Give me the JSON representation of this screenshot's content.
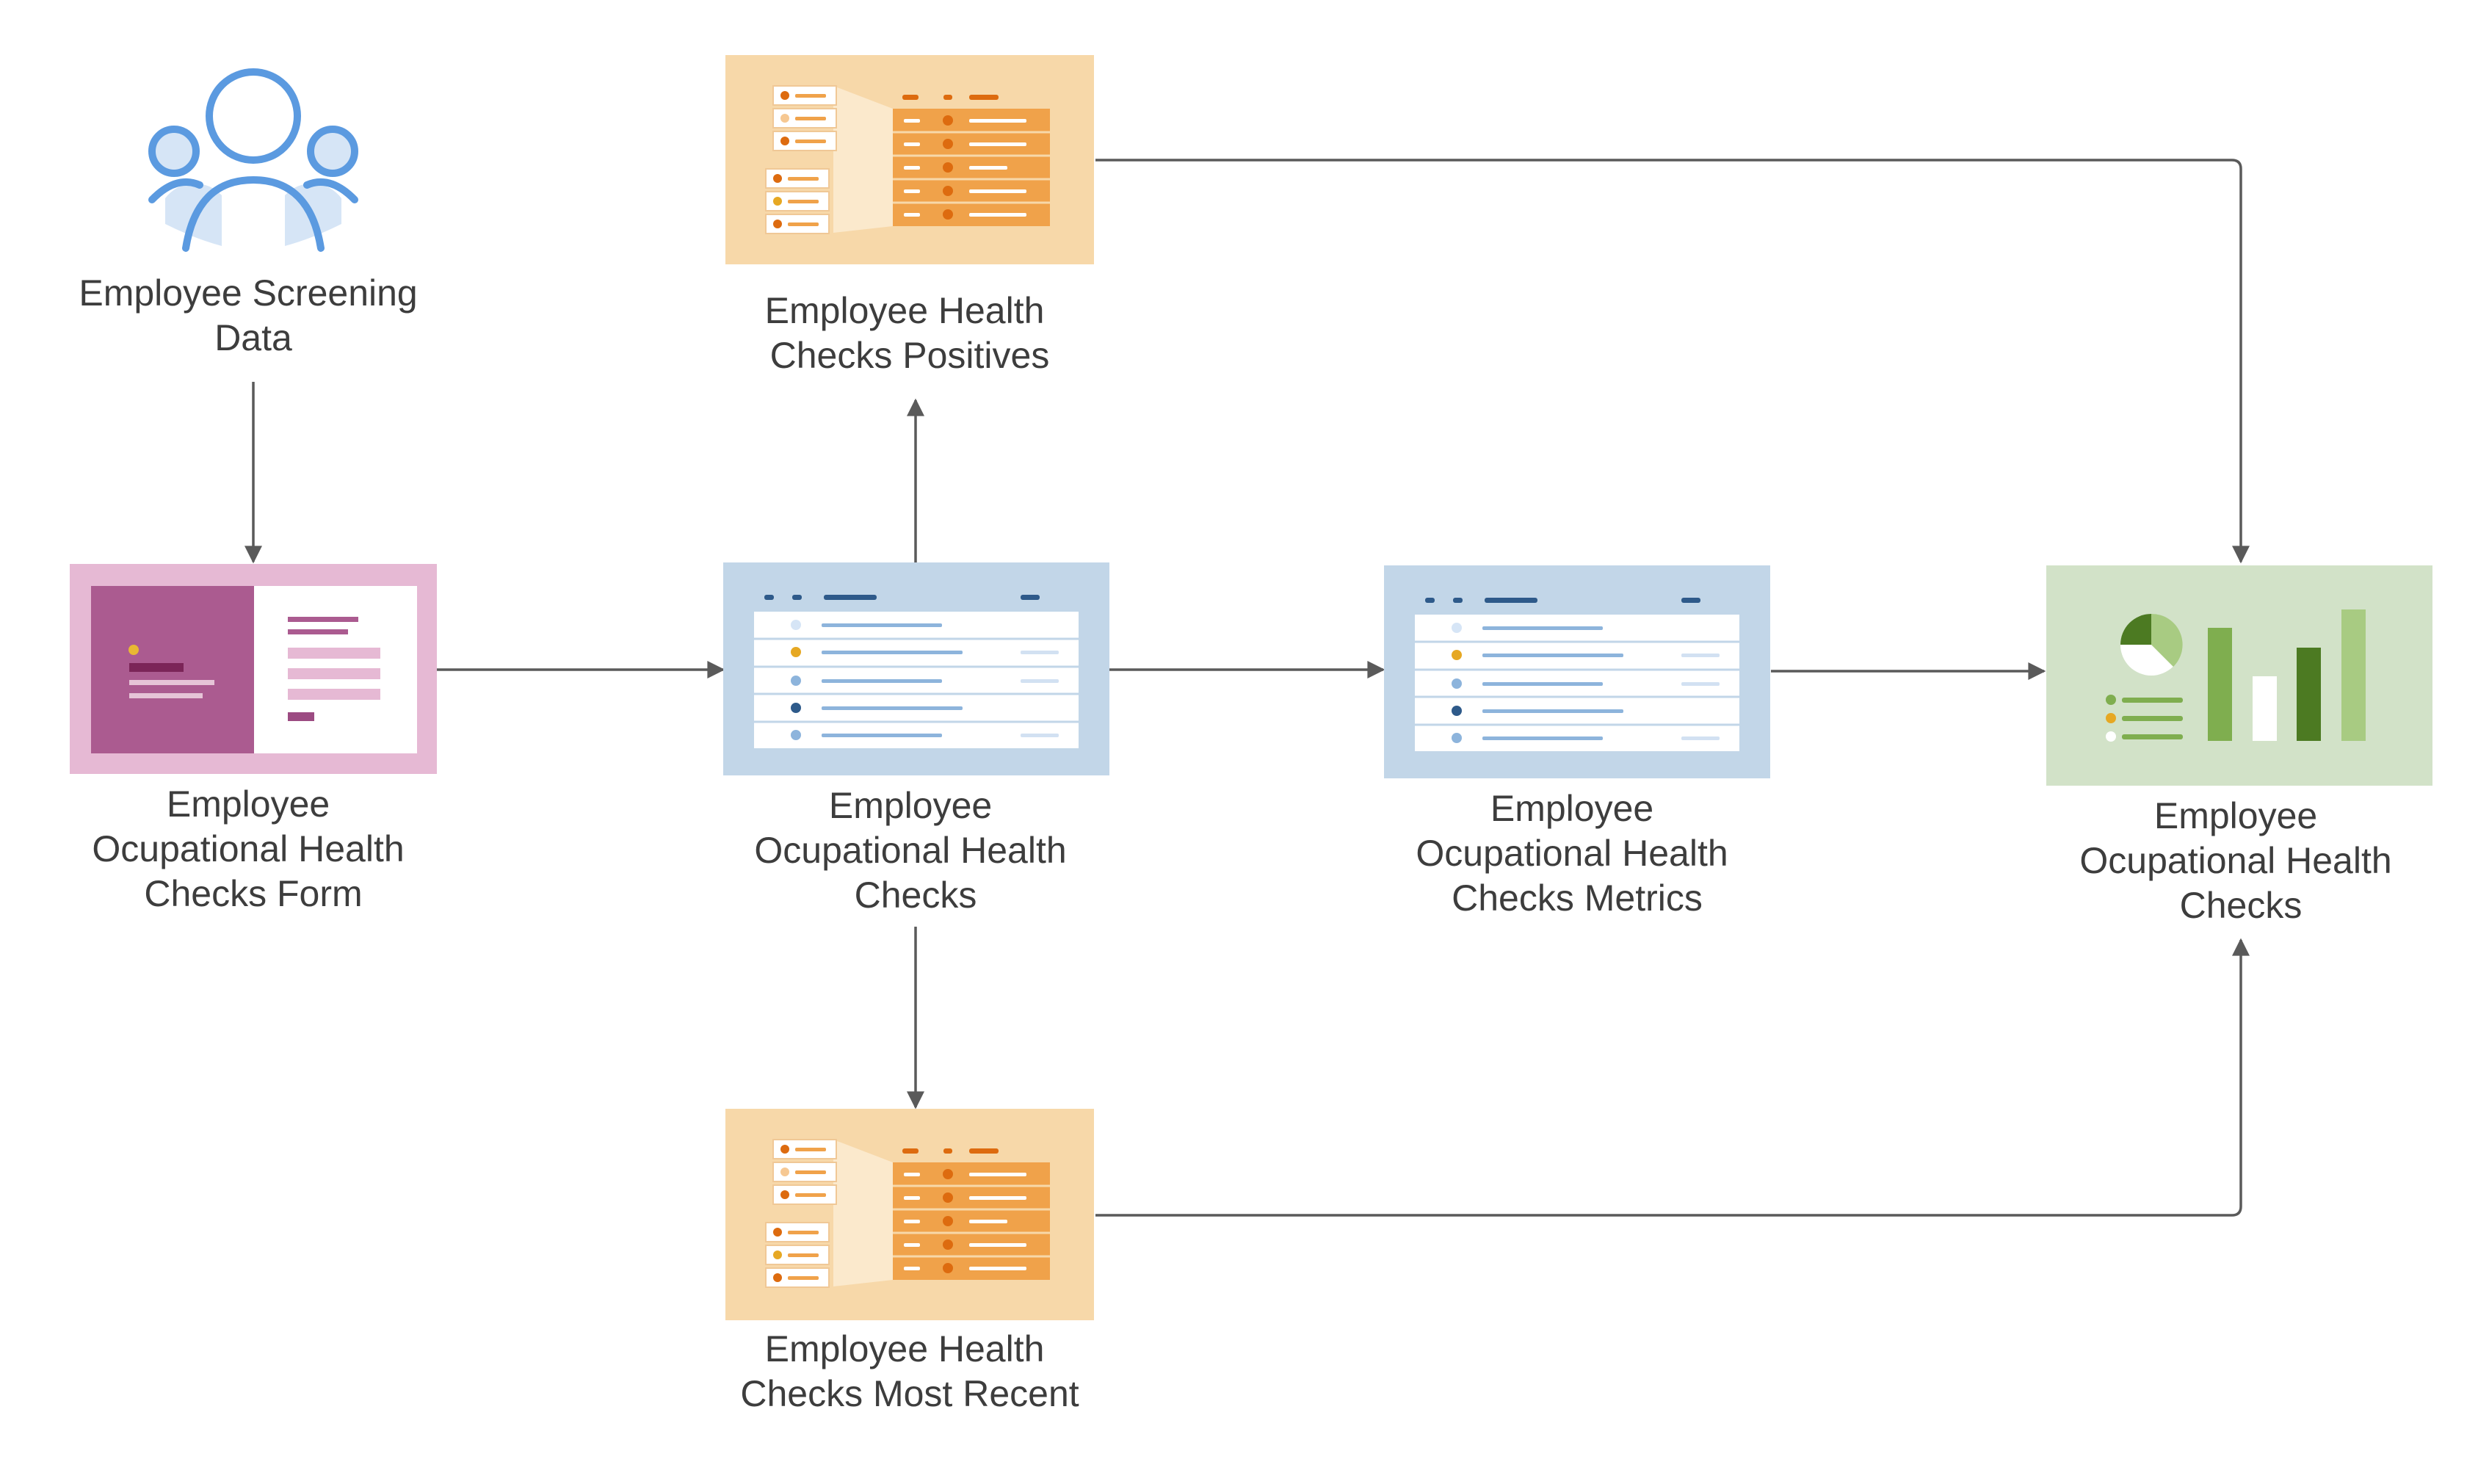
{
  "nodes": {
    "screening": {
      "label": [
        "Employee Screening",
        "Data"
      ],
      "icon": "people-group-icon"
    },
    "form": {
      "label": [
        "Employee",
        "Ocupational Health",
        "Checks Form"
      ],
      "icon": "form-icon"
    },
    "checks": {
      "label": [
        "Employee",
        "Ocupational Health",
        "Checks"
      ],
      "icon": "table-icon"
    },
    "metrics": {
      "label": [
        "Employee",
        "Ocupational Health",
        "Checks Metrics"
      ],
      "icon": "table-icon"
    },
    "positives": {
      "label": [
        "Employee Health",
        "Checks Positives"
      ],
      "icon": "data-transform-icon"
    },
    "recent": {
      "label": [
        "Employee Health",
        "Checks Most Recent"
      ],
      "icon": "data-transform-icon"
    },
    "dashboard": {
      "label": [
        "Employee",
        "Ocupational Health",
        "Checks"
      ],
      "icon": "dashboard-chart-icon"
    }
  },
  "edges": [
    {
      "from": "screening",
      "to": "form"
    },
    {
      "from": "form",
      "to": "checks"
    },
    {
      "from": "checks",
      "to": "positives"
    },
    {
      "from": "checks",
      "to": "recent"
    },
    {
      "from": "checks",
      "to": "metrics"
    },
    {
      "from": "metrics",
      "to": "dashboard"
    },
    {
      "from": "positives",
      "to": "dashboard"
    },
    {
      "from": "recent",
      "to": "dashboard"
    }
  ],
  "colors": {
    "edge": "#5a5a5a",
    "text": "#3d3d3d",
    "people_blue": "#5b9ae0",
    "form_pink": "#e6b9d4",
    "form_purple": "#ab5b90",
    "table_blue": "#c2d6e8",
    "orange_bg": "#f7d8a9",
    "orange": "#f0a24a",
    "green_bg": "#d2e2c8",
    "green_dark": "#4c7a22",
    "green": "#7fae4f",
    "green_light": "#a8cb82"
  }
}
